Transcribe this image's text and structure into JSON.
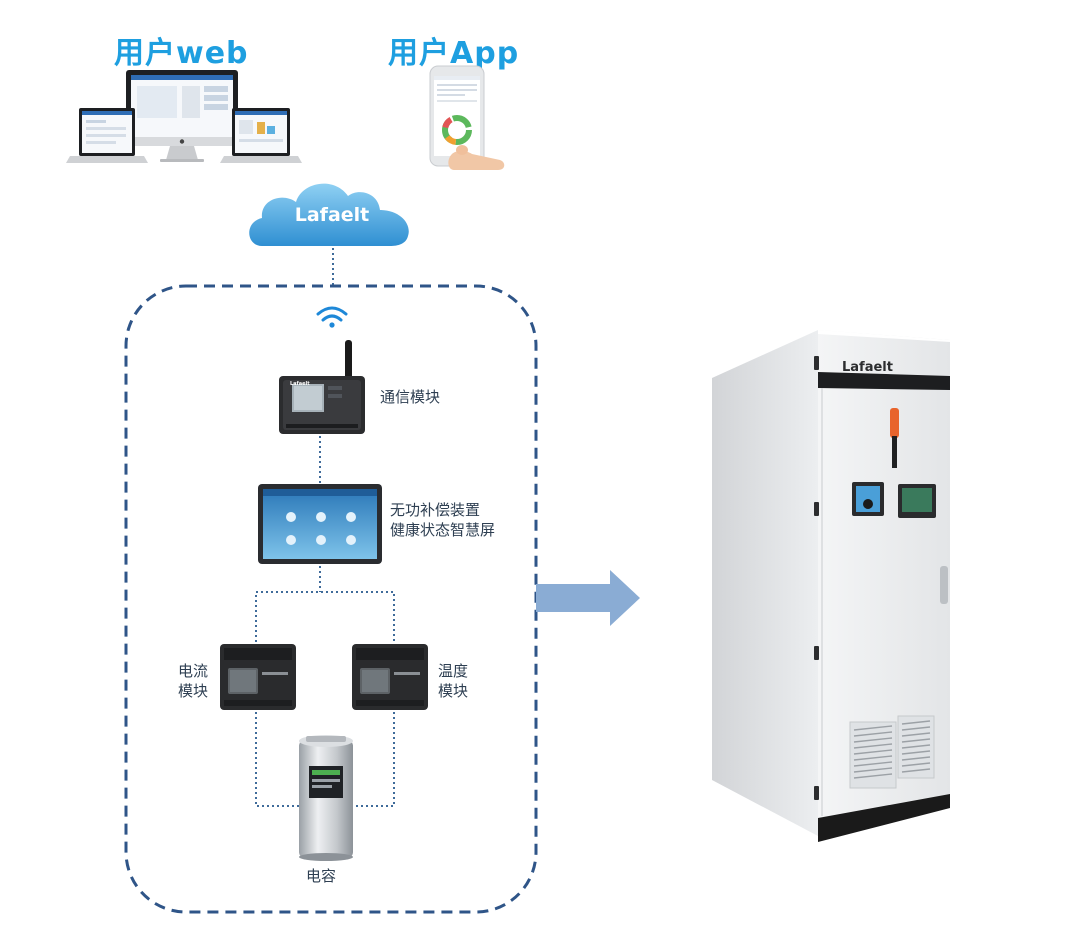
{
  "top": {
    "web_heading": "用户web",
    "app_heading": "用户App"
  },
  "cloud": {
    "brand": "Lafaelt"
  },
  "modules": {
    "comm": "通信模块",
    "screen_line1": "无功补偿装置",
    "screen_line2": "健康状态智慧屏",
    "current_line1": "电流",
    "current_line2": "模块",
    "temp_line1": "温度",
    "temp_line2": "模块",
    "capacitor": "电容"
  },
  "device_texts": {
    "comm_brand": "Lafaelt",
    "cabinet_brand": "Lafaelt"
  },
  "icons": [
    "desktop-monitor-icon",
    "laptop-icon",
    "phone-icon",
    "cloud-icon",
    "wifi-icon",
    "arrow-right-icon"
  ],
  "colors": {
    "heading": "#1e9fe0",
    "label": "#2e3f52",
    "dashed_border": "#2f5588",
    "dotted_line": "#3f6b9a",
    "cloud": "#4aa6dc",
    "arrow": "#8aacd4"
  }
}
